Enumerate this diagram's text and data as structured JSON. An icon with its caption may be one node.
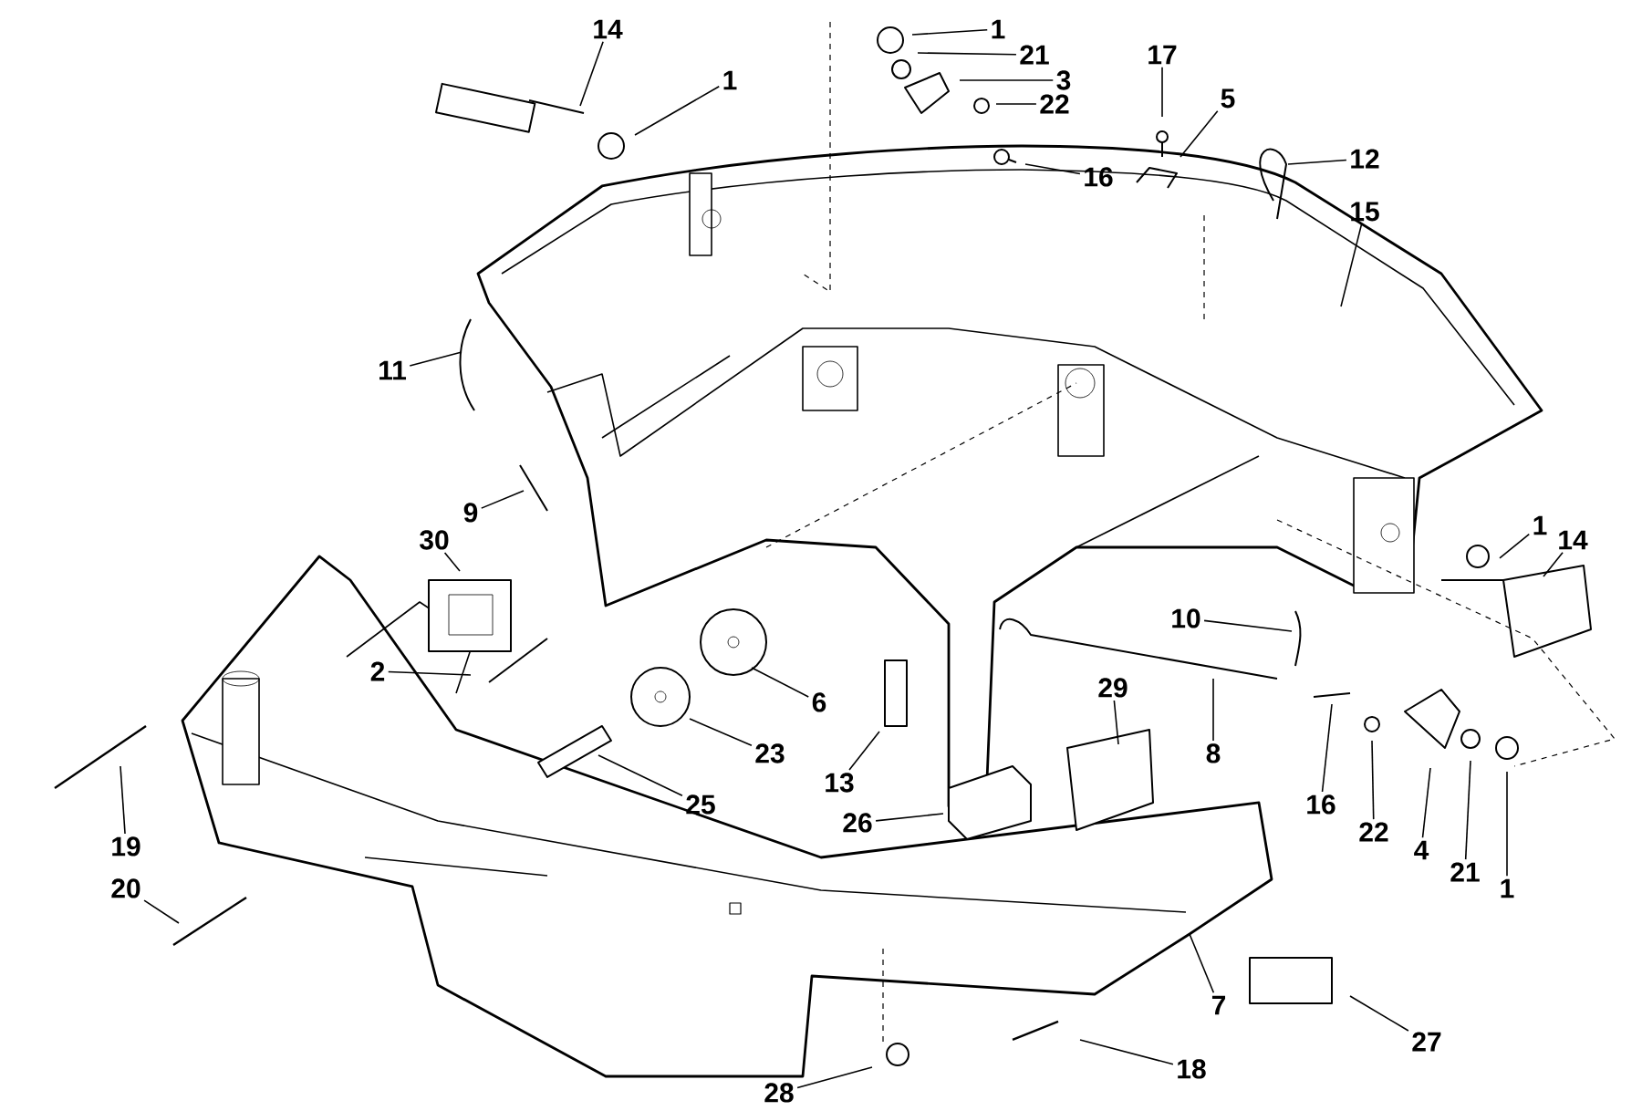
{
  "diagram": {
    "nodes": [
      {
        "text": [
          "14"
        ]
      },
      {
        "text": [
          "1"
        ]
      },
      {
        "text": [
          "1"
        ]
      },
      {
        "text": [
          "21"
        ]
      },
      {
        "text": [
          "3"
        ]
      },
      {
        "text": [
          "22"
        ]
      },
      {
        "text": [
          "16"
        ]
      },
      {
        "text": [
          "17"
        ]
      },
      {
        "text": [
          "5"
        ]
      },
      {
        "text": [
          "12"
        ]
      },
      {
        "text": [
          "15"
        ]
      },
      {
        "text": [
          "11"
        ]
      },
      {
        "text": [
          "9"
        ]
      },
      {
        "text": [
          "30"
        ]
      },
      {
        "text": [
          "2"
        ]
      },
      {
        "text": [
          "6"
        ]
      },
      {
        "text": [
          "23"
        ]
      },
      {
        "text": [
          "25"
        ]
      },
      {
        "text": [
          "13"
        ]
      },
      {
        "text": [
          "10"
        ]
      },
      {
        "text": [
          "8"
        ]
      },
      {
        "text": [
          "29"
        ]
      },
      {
        "text": [
          "26"
        ]
      },
      {
        "text": [
          "1"
        ]
      },
      {
        "text": [
          "14"
        ]
      },
      {
        "text": [
          "16"
        ]
      },
      {
        "text": [
          "22"
        ]
      },
      {
        "text": [
          "4"
        ]
      },
      {
        "text": [
          "21"
        ]
      },
      {
        "text": [
          "1"
        ]
      },
      {
        "text": [
          "19"
        ]
      },
      {
        "text": [
          "20"
        ]
      },
      {
        "text": [
          "7"
        ]
      },
      {
        "text": [
          "27"
        ]
      },
      {
        "text": [
          "18"
        ]
      },
      {
        "text": [
          "28"
        ]
      }
    ],
    "edges": [
      {
        "from": 0,
        "to": null,
        "arrow": "none"
      },
      {
        "from": 1,
        "to": null,
        "arrow": "none"
      },
      {
        "from": 2,
        "to": null,
        "arrow": "none"
      },
      {
        "from": 3,
        "to": null,
        "arrow": "none"
      },
      {
        "from": 4,
        "to": null,
        "arrow": "none"
      },
      {
        "from": 5,
        "to": null,
        "arrow": "none"
      },
      {
        "from": 6,
        "to": null,
        "arrow": "none"
      },
      {
        "from": 7,
        "to": null,
        "arrow": "none"
      },
      {
        "from": 8,
        "to": null,
        "arrow": "none"
      },
      {
        "from": 9,
        "to": null,
        "arrow": "none"
      },
      {
        "from": 10,
        "to": null,
        "arrow": "none"
      },
      {
        "from": 11,
        "to": null,
        "arrow": "none"
      },
      {
        "from": 12,
        "to": null,
        "arrow": "none"
      },
      {
        "from": 13,
        "to": null,
        "arrow": "none"
      },
      {
        "from": 14,
        "to": null,
        "arrow": "none"
      },
      {
        "from": 15,
        "to": null,
        "arrow": "none"
      },
      {
        "from": 16,
        "to": null,
        "arrow": "none"
      },
      {
        "from": 17,
        "to": null,
        "arrow": "none"
      },
      {
        "from": 18,
        "to": null,
        "arrow": "none"
      },
      {
        "from": 19,
        "to": null,
        "arrow": "none"
      },
      {
        "from": 20,
        "to": null,
        "arrow": "none"
      },
      {
        "from": 21,
        "to": null,
        "arrow": "none"
      },
      {
        "from": 22,
        "to": null,
        "arrow": "none"
      },
      {
        "from": 23,
        "to": null,
        "arrow": "none"
      },
      {
        "from": 24,
        "to": null,
        "arrow": "none"
      },
      {
        "from": 25,
        "to": null,
        "arrow": "none"
      },
      {
        "from": 26,
        "to": null,
        "arrow": "none"
      },
      {
        "from": 27,
        "to": null,
        "arrow": "none"
      },
      {
        "from": 28,
        "to": null,
        "arrow": "none"
      },
      {
        "from": 29,
        "to": null,
        "arrow": "none"
      },
      {
        "from": 30,
        "to": null,
        "arrow": "none"
      },
      {
        "from": 31,
        "to": null,
        "arrow": "none"
      },
      {
        "from": 32,
        "to": null,
        "arrow": "none"
      },
      {
        "from": 33,
        "to": null,
        "arrow": "none"
      },
      {
        "from": 34,
        "to": null,
        "arrow": "none"
      },
      {
        "from": 35,
        "to": null,
        "arrow": "none"
      }
    ]
  }
}
